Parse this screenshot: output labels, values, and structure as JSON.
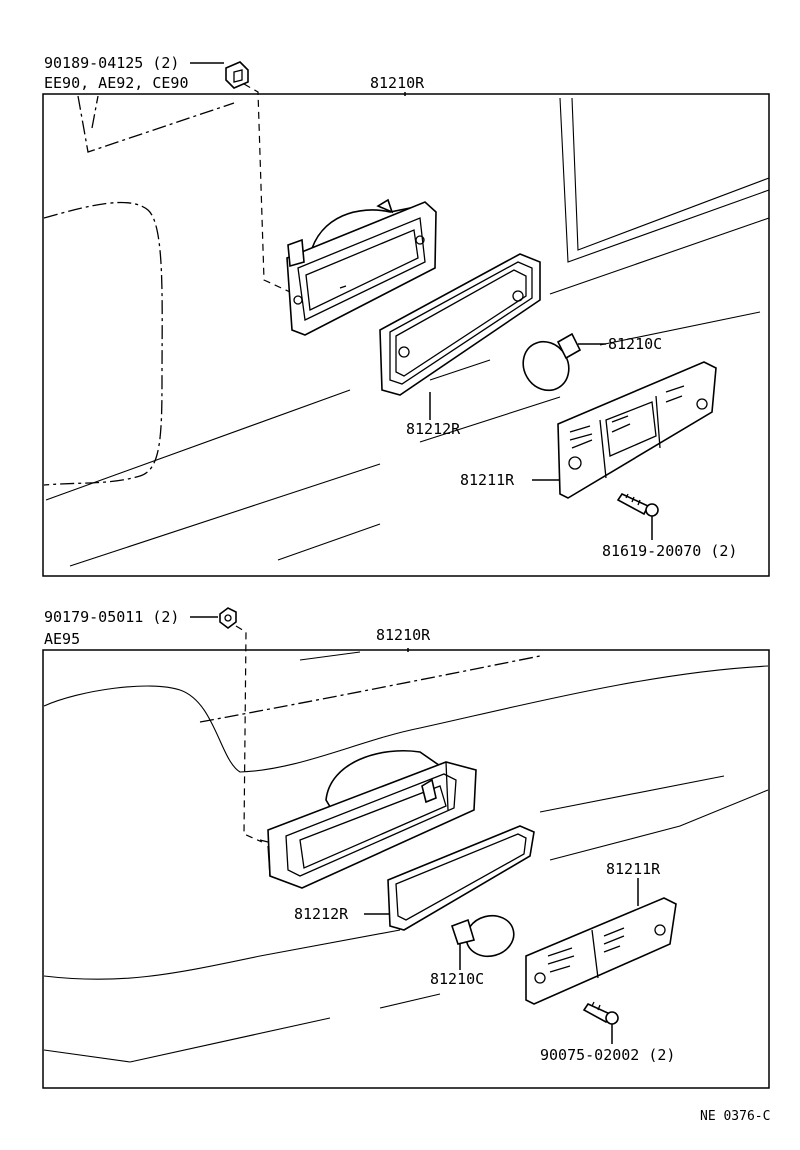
{
  "diagram_id": "NE 0376-C",
  "top_panel": {
    "clip_part": "90189-04125 (2)",
    "models": "EE90, AE92, CE90",
    "lamp_assembly": "81210R",
    "bulb": "81210C",
    "gasket": "81212R",
    "lens": "81211R",
    "screw": "81619-20070 (2)"
  },
  "bottom_panel": {
    "nut_part": "90179-05011 (2)",
    "models": "AE95",
    "lamp_assembly": "81210R",
    "lens": "81211R",
    "gasket": "81212R",
    "bulb": "81210C",
    "screw": "90075-02002 (2)"
  }
}
